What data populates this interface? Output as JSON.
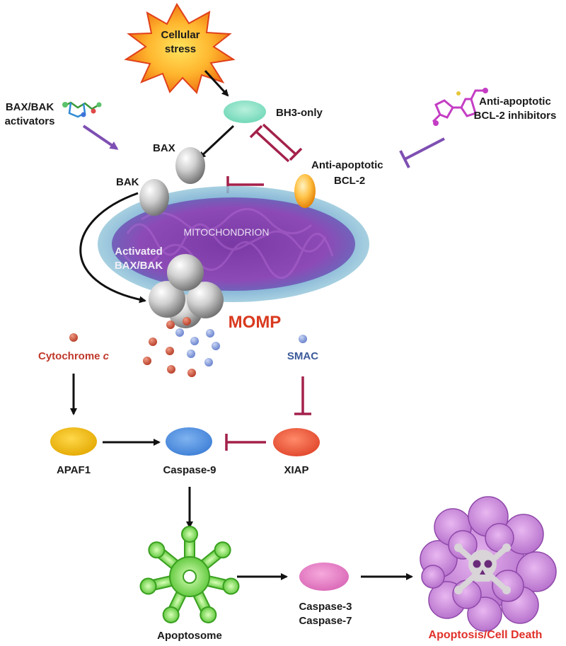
{
  "labels": {
    "cellular_stress_line1": "Cellular",
    "cellular_stress_line2": "stress",
    "bh3_only": "BH3-only",
    "bax_bak_activators_line1": "BAX/BAK",
    "bax_bak_activators_line2": "activators",
    "anti_apoptotic_inhibitors_line1": "Anti-apoptotic",
    "anti_apoptotic_inhibitors_line2": "BCL-2 inhibitors",
    "bax": "BAX",
    "bak": "BAK",
    "anti_apoptotic_bcl2_line1": "Anti-apoptotic",
    "anti_apoptotic_bcl2_line2": "BCL-2",
    "mitochondrion": "MITOCHONDRION",
    "activated_line1": "Activated",
    "activated_line2": "BAX/BAK",
    "momp": "MOMP",
    "cytochrome": "Cytochrome ",
    "cytochrome_c": "c",
    "smac": "SMAC",
    "apaf1": "APAF1",
    "caspase9": "Caspase-9",
    "xiap": "XIAP",
    "apoptosome": "Apoptosome",
    "caspase3": "Caspase-3",
    "caspase7": "Caspase-7",
    "apoptosis": "Apoptosis/Cell Death"
  },
  "colors": {
    "activation_arrow": "#111111",
    "inhibition_bar": "#a3214a",
    "drug_arrow": "#7e4fb3",
    "cytochrome": "#c0392b",
    "smac": "#3b5a9a",
    "momp": "#d93a1f",
    "apoptosis_text": "#e0312a"
  },
  "icons": {
    "stress": "starburst-icon",
    "activator_molecule": "molecule-icon",
    "inhibitor_molecule": "molecule-icon",
    "apoptosome": "apoptosome-icon",
    "dead_cell": "skull-crossbones-icon"
  }
}
